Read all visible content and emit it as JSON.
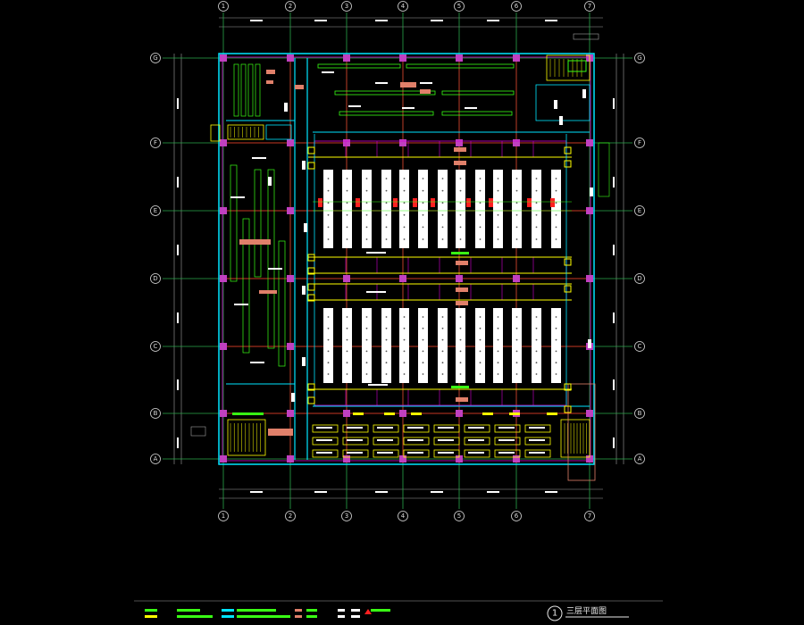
{
  "drawing": {
    "title": "三层平面图",
    "number": "1",
    "colors": {
      "background": "#000000",
      "grid_axis": "#2aa84a",
      "column": "#c040c0",
      "column_dark": "#7a1a5a",
      "red_line": "#ff2020",
      "cyan": "#00e5ff",
      "yellow": "#ffff00",
      "green": "#39ff14",
      "magenta": "#d400d4",
      "white": "#ffffff",
      "salmon": "#e0806a",
      "dim": "#a0a0a0"
    }
  },
  "grid": {
    "columns": [
      "1",
      "2",
      "3",
      "4",
      "5",
      "6",
      "7"
    ],
    "rows": [
      "G",
      "F",
      "E",
      "D",
      "C",
      "B",
      "A"
    ]
  }
}
